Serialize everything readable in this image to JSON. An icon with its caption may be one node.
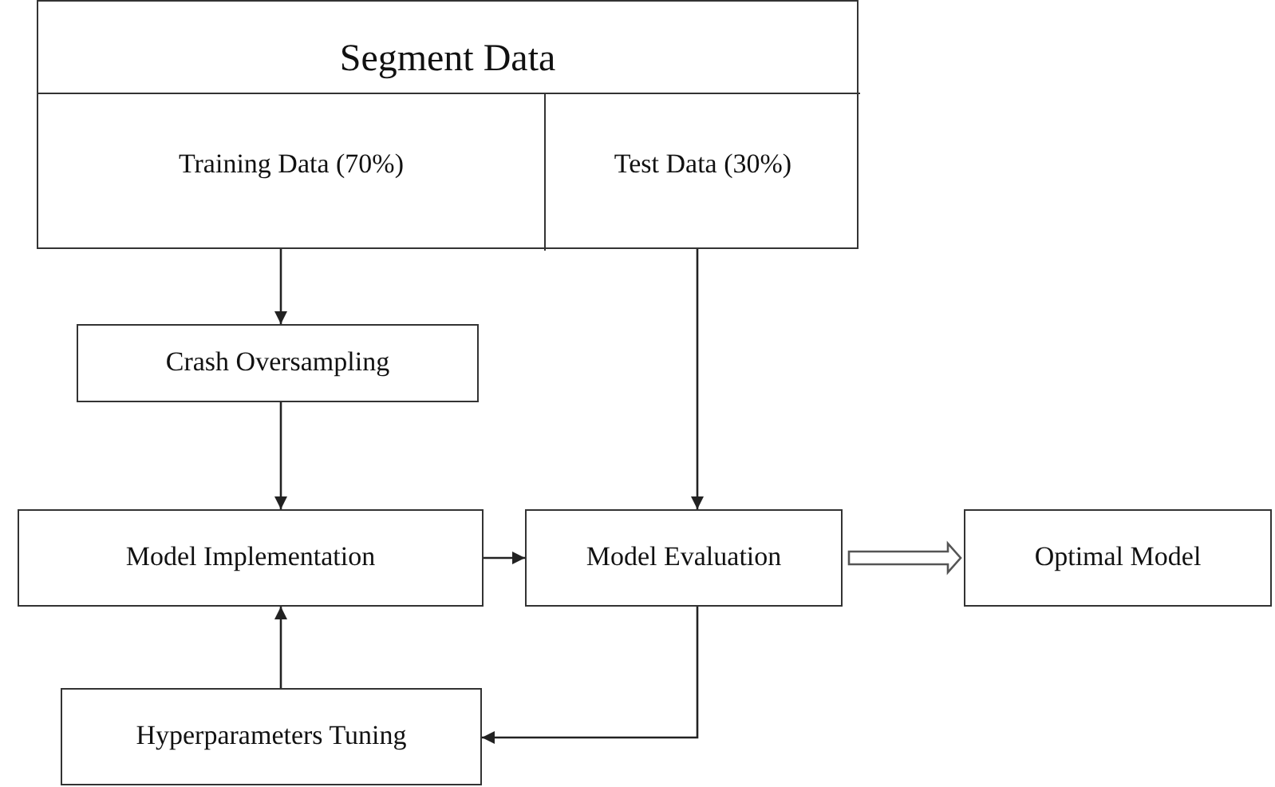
{
  "diagram": {
    "nodes": [
      {
        "text": [
          "Segment Data"
        ]
      },
      {
        "text": [
          "Training  Data (70%)"
        ],
        "in": 0
      },
      {
        "text": [
          "Test Data (30%)"
        ],
        "in": 0
      },
      {
        "text": [
          "Crash Oversampling"
        ]
      },
      {
        "text": [
          "Model Implementation"
        ]
      },
      {
        "text": [
          "Model Evaluation"
        ]
      },
      {
        "text": [
          "Optimal Model"
        ]
      },
      {
        "text": [
          "Hyperparameters Tuning"
        ]
      }
    ],
    "edges": [
      {
        "from": 1,
        "to": 3,
        "arrow": "to"
      },
      {
        "from": 3,
        "to": 4,
        "arrow": "to"
      },
      {
        "from": 2,
        "to": 5,
        "arrow": "to"
      },
      {
        "from": 4,
        "to": 5,
        "arrow": "to"
      },
      {
        "from": 5,
        "to": 6,
        "arrow": "to",
        "style": "thick"
      },
      {
        "from": 5,
        "to": 7,
        "arrow": "to"
      },
      {
        "from": 7,
        "to": 4,
        "arrow": "to"
      }
    ]
  }
}
